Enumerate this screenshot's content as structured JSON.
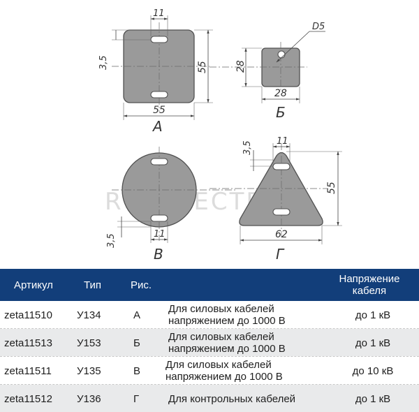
{
  "figures": {
    "a": {
      "width": "55",
      "height": "55",
      "slot_width": "11",
      "slot_offset": "3,5",
      "caption": "А"
    },
    "b": {
      "width": "28",
      "height": "28",
      "hole": "D5",
      "caption": "Б"
    },
    "v": {
      "slot_width": "11",
      "slot_offset": "3,5",
      "caption": "В"
    },
    "g": {
      "base": "62",
      "height": "55",
      "slot_width": "11",
      "slot_offset": "3,5",
      "caption": "Г"
    },
    "watermark": "ROSELECTRIC"
  },
  "table": {
    "headers": {
      "article": "Артикул",
      "type": "Тип",
      "figure": "Рис.",
      "voltage_line1": "Напряжение",
      "voltage_line2": "кабеля"
    },
    "rows": [
      {
        "article": "zeta11510",
        "type": "У134",
        "figure": "А",
        "purpose_line1": "Для силовых кабелей",
        "purpose_line2": "напряжением до 1000 В",
        "voltage": "до 1 кВ"
      },
      {
        "article": "zeta11513",
        "type": "У153",
        "figure": "Б",
        "purpose_line1": "Для силовых кабелей",
        "purpose_line2": "напряжением до 1000 В",
        "voltage": "до 1 кВ"
      },
      {
        "article": "zeta11511",
        "type": "У135",
        "figure": "В",
        "purpose_line1": "Для силовых кабелей",
        "purpose_line2": "напряжением до 1000 В",
        "voltage": "до 10 кВ"
      },
      {
        "article": "zeta11512",
        "type": "У136",
        "figure": "Г",
        "purpose_line1": "Для контрольных кабелей",
        "purpose_line2": "",
        "voltage": "до 1 кВ"
      }
    ]
  }
}
